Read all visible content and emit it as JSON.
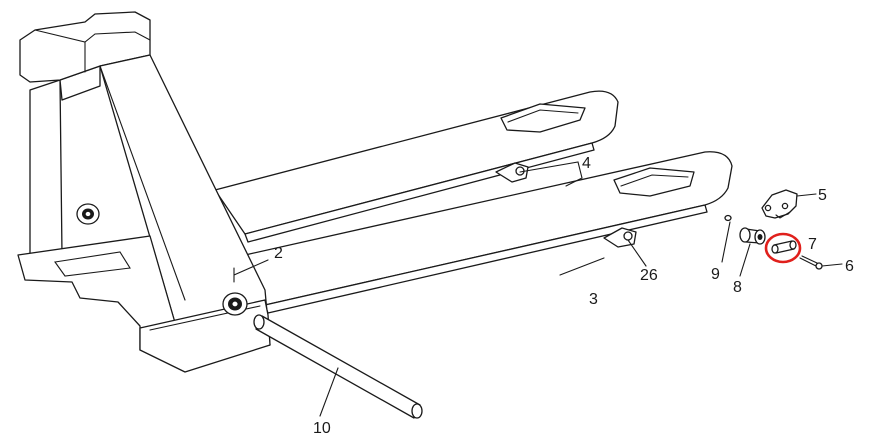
{
  "diagram": {
    "callouts": [
      {
        "id": "c2",
        "label": "2"
      },
      {
        "id": "c3",
        "label": "3"
      },
      {
        "id": "c4",
        "label": "4"
      },
      {
        "id": "c5",
        "label": "5"
      },
      {
        "id": "c6",
        "label": "6"
      },
      {
        "id": "c7",
        "label": "7"
      },
      {
        "id": "c8",
        "label": "8"
      },
      {
        "id": "c9",
        "label": "9"
      },
      {
        "id": "c10",
        "label": "10"
      },
      {
        "id": "c26",
        "label": "26"
      }
    ],
    "highlighted_part": "7",
    "colors": {
      "line": "#1a1a1a",
      "highlight": "#e0201c",
      "background": "#ffffff"
    }
  }
}
